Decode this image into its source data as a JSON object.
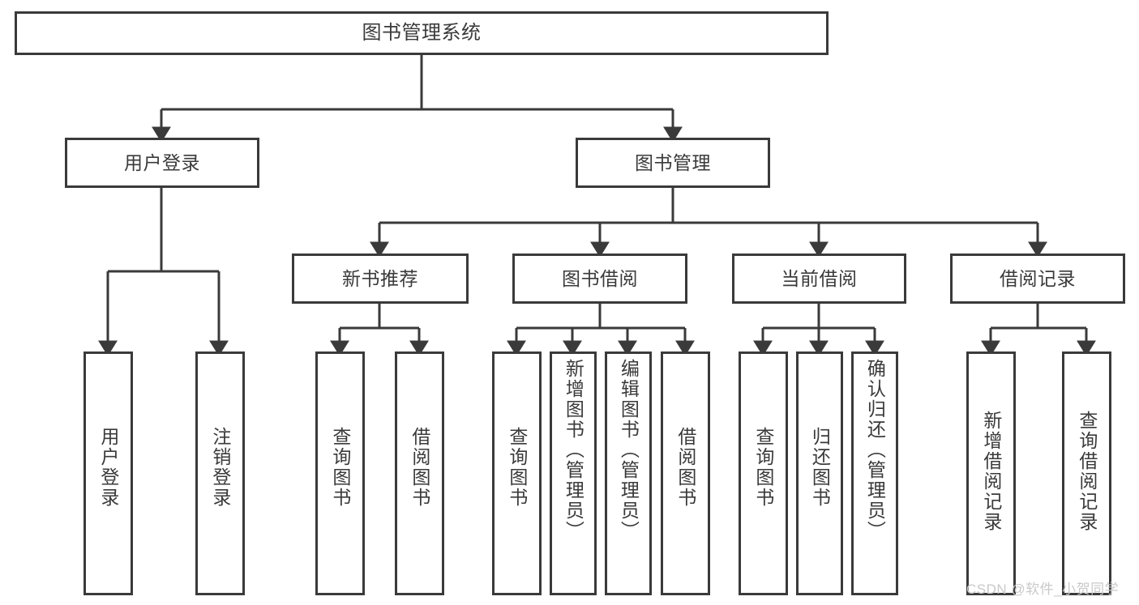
{
  "diagram": {
    "title": "图书管理系统",
    "type": "tree-hierarchy",
    "stroke_color": "#3a3a3a",
    "text_color": "#3a3a3a",
    "background_color": "#ffffff"
  },
  "root": {
    "label": "图书管理系统"
  },
  "level2": [
    {
      "label": "用户登录"
    },
    {
      "label": "图书管理"
    }
  ],
  "level3": [
    {
      "label": "新书推荐"
    },
    {
      "label": "图书借阅"
    },
    {
      "label": "当前借阅"
    },
    {
      "label": "借阅记录"
    }
  ],
  "leaves": {
    "user_login": [
      {
        "label": "用户登录"
      },
      {
        "label": "注销登录"
      }
    ],
    "new_book_recommend": [
      {
        "label": "查询图书"
      },
      {
        "label": "借阅图书"
      }
    ],
    "book_borrow": [
      {
        "label": "查询图书"
      },
      {
        "label": "新增图书（管理员）"
      },
      {
        "label": "编辑图书（管理员）"
      },
      {
        "label": "借阅图书"
      }
    ],
    "current_borrow": [
      {
        "label": "查询图书"
      },
      {
        "label": "归还图书"
      },
      {
        "label": "确认归还（管理员）"
      }
    ],
    "borrow_record": [
      {
        "label": "新增借阅记录"
      },
      {
        "label": "查询借阅记录"
      }
    ]
  },
  "watermark": {
    "text": "CSDN @软件_小贺同学"
  }
}
